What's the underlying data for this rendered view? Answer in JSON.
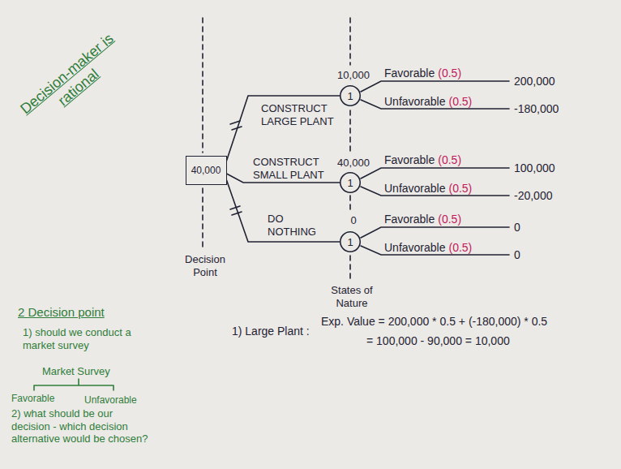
{
  "diagram": {
    "nodes": [
      {
        "text": [
          "40,000"
        ]
      },
      {
        "text": [
          "1"
        ]
      },
      {
        "text": [
          "1"
        ]
      },
      {
        "text": [
          "1"
        ]
      }
    ],
    "edges": [
      {
        "from": 0,
        "to": 1,
        "arrow": "none",
        "label": "CONSTRUCT LARGE PLANT"
      },
      {
        "from": 0,
        "to": 2,
        "arrow": "none",
        "label": "CONSTRUCT SMALL PLANT"
      },
      {
        "from": 0,
        "to": 3,
        "arrow": "none",
        "label": "DO NOTHING"
      }
    ],
    "labels": [
      "Decision-maker is rational",
      "10,000",
      "40,000",
      "0",
      "Favorable",
      "(0.5)",
      "200,000",
      "Unfavorable",
      "(0.5)",
      "-180,000",
      "Favorable",
      "(0.5)",
      "100,000",
      "Unfavorable",
      "(0.5)",
      "-20,000",
      "Favorable",
      "(0.5)",
      "0",
      "Unfavorable",
      "(0.5)",
      "0",
      "Decision Point",
      "States of Nature",
      "2 Decision point",
      "1) should we conduct a market survey",
      "Market Survey",
      "Favorable",
      "Unfavorable",
      "2) what should be our decision - which decision alternative would be chosen?",
      "1) Large Plant :",
      "Exp. Value = 200,000 * 0.5 + (-180,000) * 0.5",
      "= 100,000 - 90,000 = 10,000"
    ]
  }
}
